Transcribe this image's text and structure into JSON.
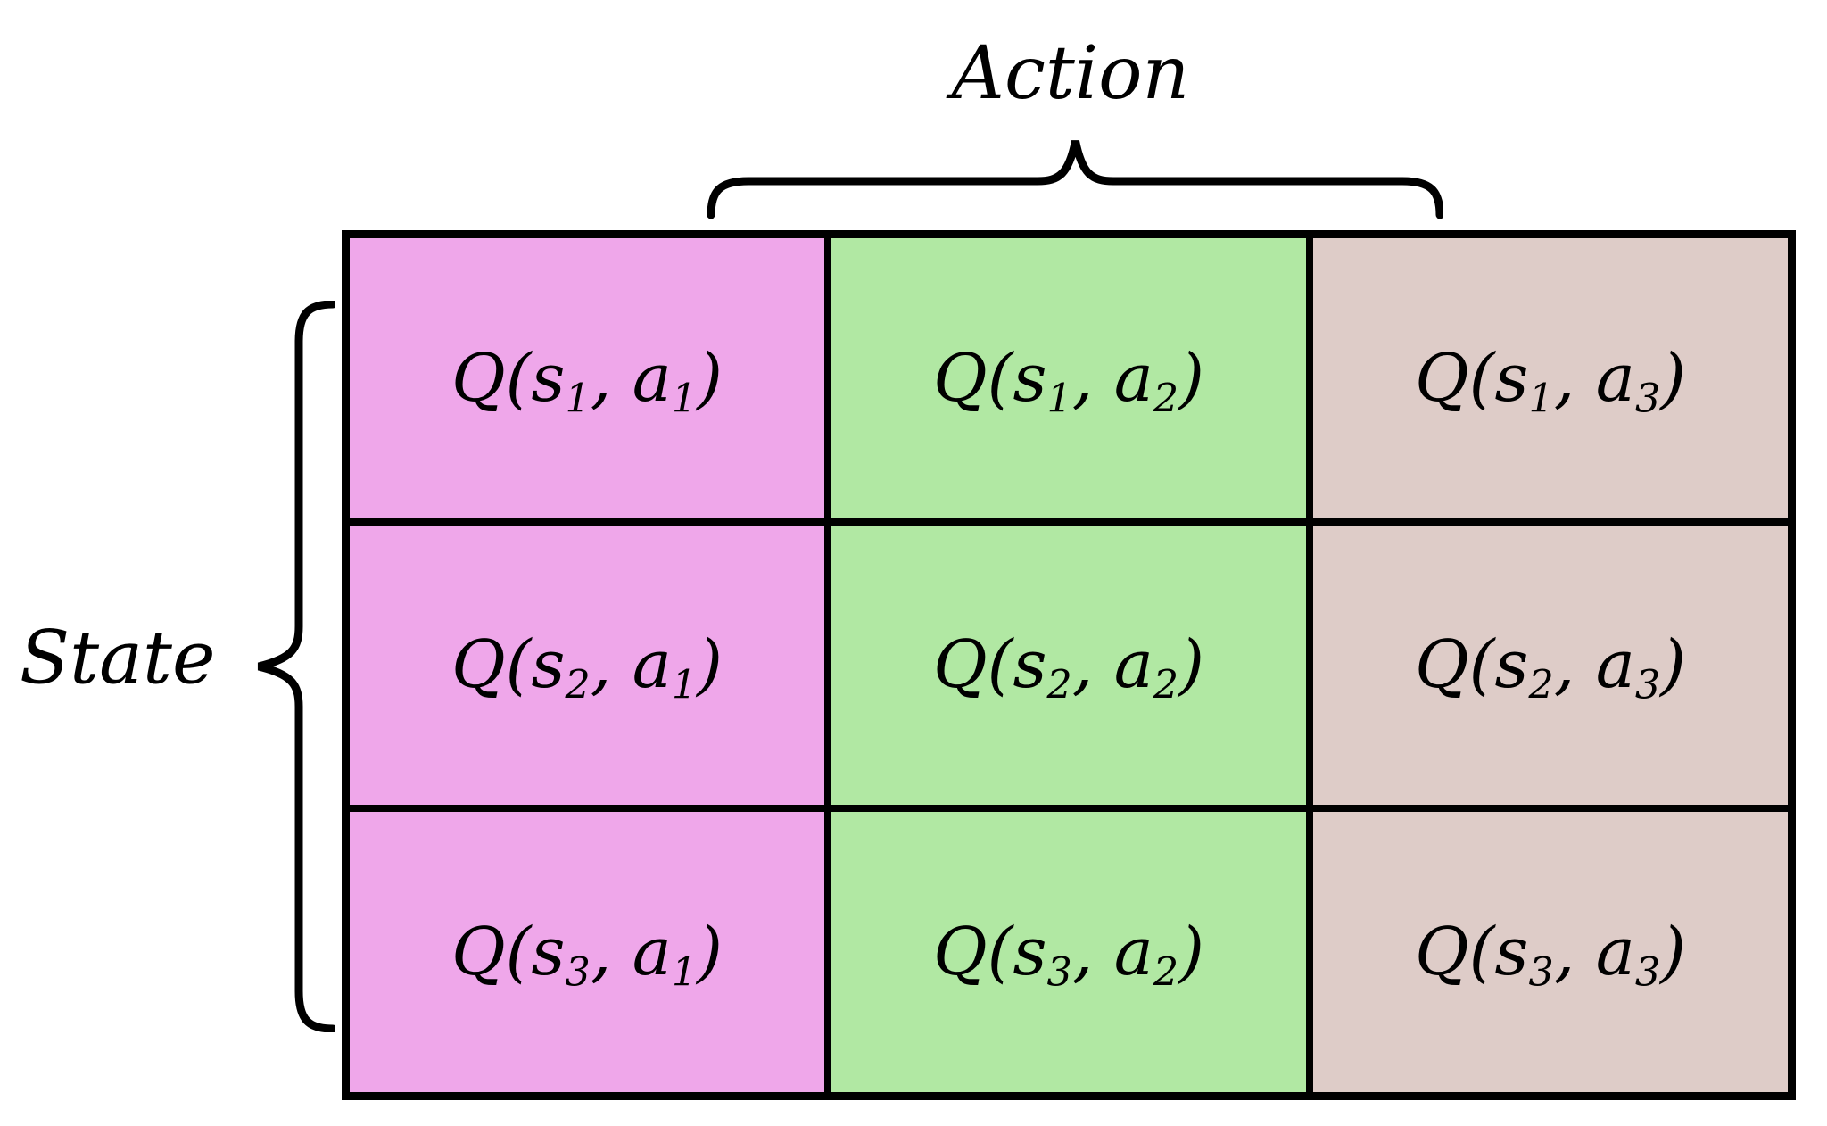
{
  "diagram": {
    "action_label": "Action",
    "state_label": "State",
    "colors": {
      "column1_fill": "#EFA7EA",
      "column2_fill": "#B1E8A3",
      "column3_fill": "#DECCC8",
      "grid_line": "#000000",
      "text_color": "#000000",
      "background": "#FFFFFF"
    },
    "qtable": {
      "rows": [
        {
          "cells": [
            {
              "pre": "Q(s",
              "s_sub": "1",
              "mid": ", a",
              "a_sub": "1",
              "post": ")"
            },
            {
              "pre": "Q(s",
              "s_sub": "1",
              "mid": ", a",
              "a_sub": "2",
              "post": ")"
            },
            {
              "pre": "Q(s",
              "s_sub": "1",
              "mid": ", a",
              "a_sub": "3",
              "post": ")"
            }
          ]
        },
        {
          "cells": [
            {
              "pre": "Q(s",
              "s_sub": "2",
              "mid": ", a",
              "a_sub": "1",
              "post": ")"
            },
            {
              "pre": "Q(s",
              "s_sub": "2",
              "mid": ", a",
              "a_sub": "2",
              "post": ")"
            },
            {
              "pre": "Q(s",
              "s_sub": "2",
              "mid": ", a",
              "a_sub": "3",
              "post": ")"
            }
          ]
        },
        {
          "cells": [
            {
              "pre": "Q(s",
              "s_sub": "3",
              "mid": ", a",
              "a_sub": "1",
              "post": ")"
            },
            {
              "pre": "Q(s",
              "s_sub": "3",
              "mid": ", a",
              "a_sub": "2",
              "post": ")"
            },
            {
              "pre": "Q(s",
              "s_sub": "3",
              "mid": ", a",
              "a_sub": "3",
              "post": ")"
            }
          ]
        }
      ]
    }
  }
}
